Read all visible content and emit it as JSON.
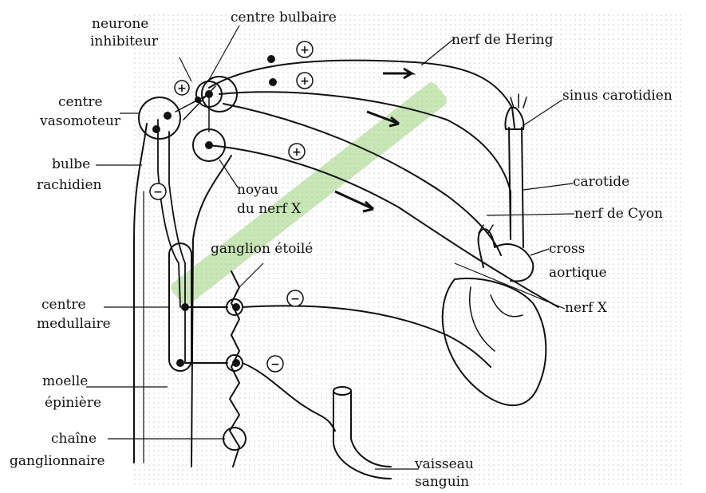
{
  "labels": {
    "centre_bulbaire": "centre bulbaire",
    "neurone_inhibiteur": [
      "neurone",
      "inhibiteur"
    ],
    "nerf_de_hering": "nerf de Hering",
    "sinus_carotidien": "sinus carotidien",
    "centre_vasomoteur": [
      "centre",
      "vasomoteur"
    ],
    "bulbe_rachidien": [
      "bulbe",
      "rachidien"
    ],
    "noyau_nerf_x": [
      "noyau",
      "du nerf X"
    ],
    "carotide": "carotide",
    "nerf_de_cyon": "nerf de Cyon",
    "ganglion_etoile": "ganglion étoilé",
    "cross_aortique": [
      "cross",
      "aortique"
    ],
    "nerf_x": "nerf X",
    "centre_medullaire": [
      "centre",
      "medullaire"
    ],
    "moelle_epiniere": [
      "moelle",
      "épinière"
    ],
    "chaine_ganglionnaire": [
      "chaîne",
      "ganglionnaire"
    ],
    "vaisseau_sanguin": [
      "vaisseau",
      "sanguin"
    ]
  },
  "signs": {
    "plus": "+",
    "minus": "−"
  },
  "colors": {
    "ink": "#111111",
    "watermark": "#9ad27a",
    "dots": "#c9c9c9"
  }
}
